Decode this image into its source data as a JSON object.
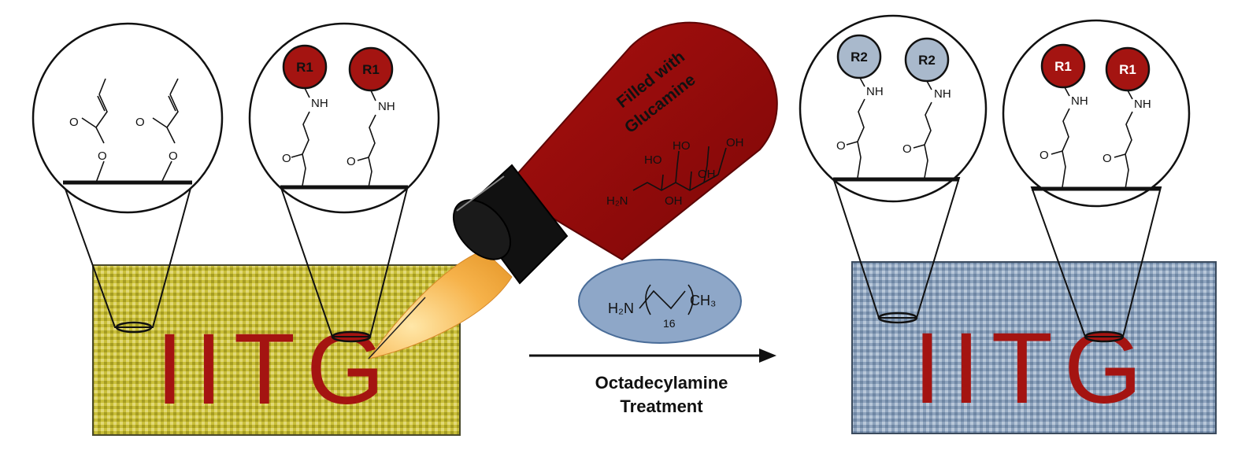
{
  "left_panel": {
    "substrate_text": "IITG",
    "left_zoom": {
      "labels": [
        "O",
        "O",
        "O",
        "O"
      ]
    },
    "right_zoom": {
      "beads": [
        "R1",
        "R1"
      ],
      "amine": [
        "NH",
        "NH"
      ],
      "carbonyl": [
        "O",
        "O"
      ]
    }
  },
  "bottle": {
    "caption_line1": "Filled with",
    "caption_line2": "Glucamine",
    "structure_labels": [
      "HO",
      "OH",
      "HO",
      "OH",
      "OH",
      "H₂N"
    ]
  },
  "reagent": {
    "formula_left": "H₂N",
    "formula_sub": "16",
    "formula_right": "CH₃",
    "label_line1": "Octadecylamine",
    "label_line2": "Treatment"
  },
  "right_panel": {
    "substrate_text": "IITG",
    "left_zoom": {
      "beads": [
        "R2",
        "R2"
      ],
      "amine": [
        "NH",
        "NH"
      ],
      "carbonyl": [
        "O",
        "O"
      ]
    },
    "right_zoom": {
      "beads": [
        "R1",
        "R1"
      ],
      "amine": [
        "NH",
        "NH"
      ],
      "carbonyl": [
        "O",
        "O"
      ]
    }
  },
  "colors": {
    "left_substrate": "#c9bf3a",
    "right_substrate": "#8ea3bd",
    "letters": "#a41411",
    "bottle": "#9c0a0a",
    "bead_r1": "#a41411",
    "bead_r2": "#a9b9cc",
    "reagent_ellipse": "#8ea7c8",
    "flame": "#f6b24a"
  }
}
